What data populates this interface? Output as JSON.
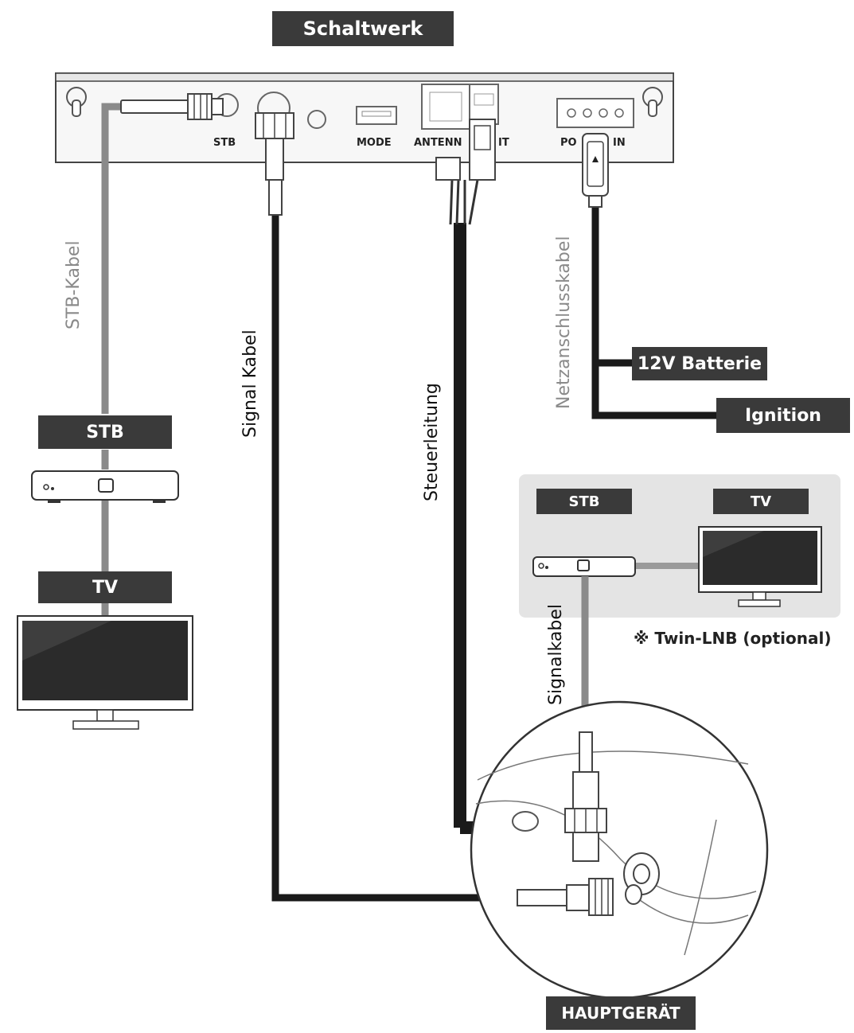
{
  "labels": {
    "schaltwerk": "Schaltwerk",
    "stb_left": "STB",
    "tv_left": "TV",
    "stb_right": "STB",
    "tv_right": "TV",
    "batterie": "12V Batterie",
    "ignition": "Ignition",
    "hauptgeraet": "HAUPTGERÄT",
    "twin_lnb": "※ Twin-LNB (optional)"
  },
  "ports": {
    "stb": "STB",
    "mode": "MODE",
    "antenna": "ANTENN",
    "unit": "IT",
    "power_a": "PO",
    "power_b": "IN"
  },
  "cables": {
    "stb_kabel": "STB-Kabel",
    "signal_kabel": "Signal Kabel",
    "steuerleitung": "Steuerleitung",
    "netzanschluss": "Netzanschlusskabel",
    "signalkabel": "Signalkabel"
  }
}
